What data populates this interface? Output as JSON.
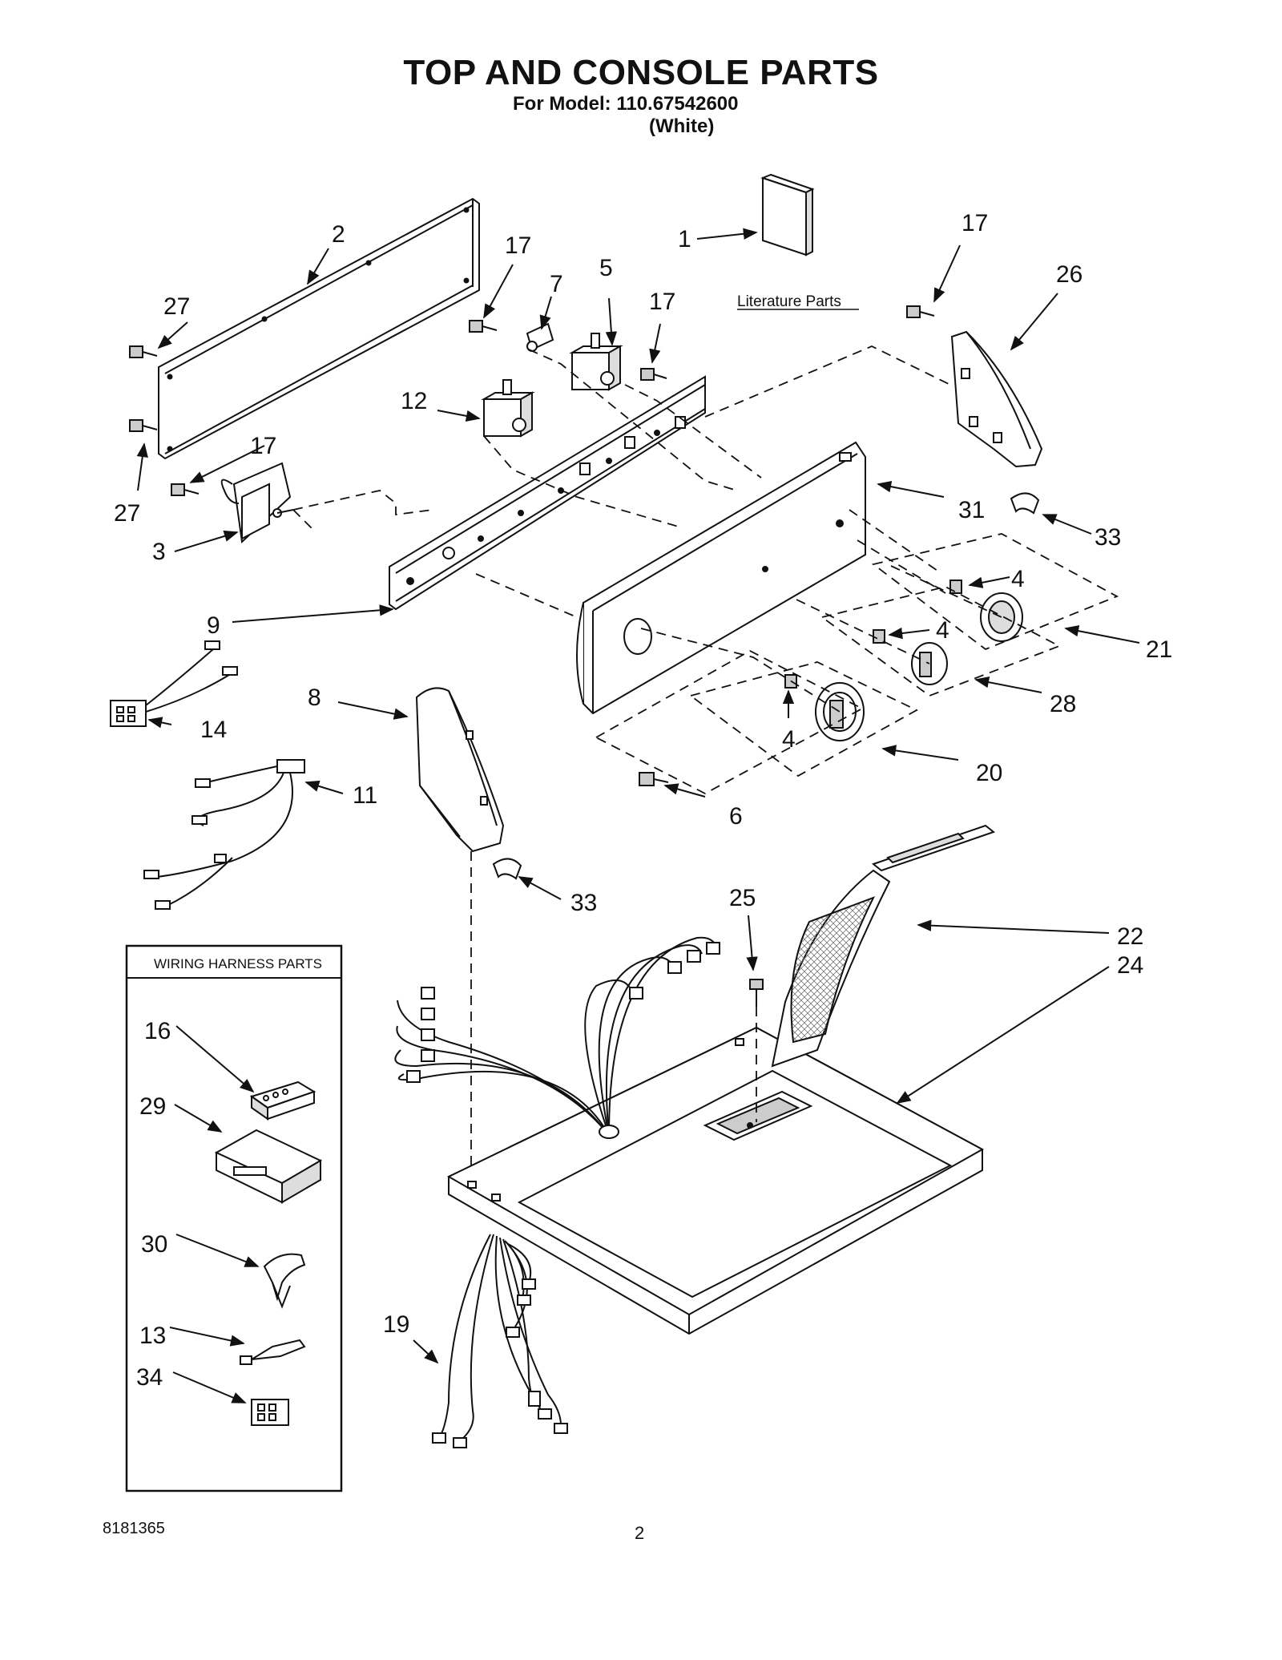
{
  "header": {
    "title": "TOP AND CONSOLE PARTS",
    "model_line": "For Model: 110.67542600",
    "color_line": "(White)"
  },
  "literature": {
    "label": "Literature Parts"
  },
  "wiring_box": {
    "title": "WIRING HARNESS PARTS"
  },
  "callouts": {
    "c1": "1",
    "c2": "2",
    "c3": "3",
    "c4a": "4",
    "c4b": "4",
    "c4c": "4",
    "c5": "5",
    "c6": "6",
    "c7": "7",
    "c8": "8",
    "c9": "9",
    "c11": "11",
    "c12": "12",
    "c13": "13",
    "c14": "14",
    "c16": "16",
    "c17a": "17",
    "c17b": "17",
    "c17c": "17",
    "c17d": "17",
    "c19": "19",
    "c20": "20",
    "c21": "21",
    "c22": "22",
    "c24": "24",
    "c25": "25",
    "c26": "26",
    "c27a": "27",
    "c27b": "27",
    "c28": "28",
    "c29": "29",
    "c30": "30",
    "c31": "31",
    "c33a": "33",
    "c33b": "33",
    "c34": "34"
  },
  "footer": {
    "doc_number": "8181365",
    "page_number": "2"
  }
}
